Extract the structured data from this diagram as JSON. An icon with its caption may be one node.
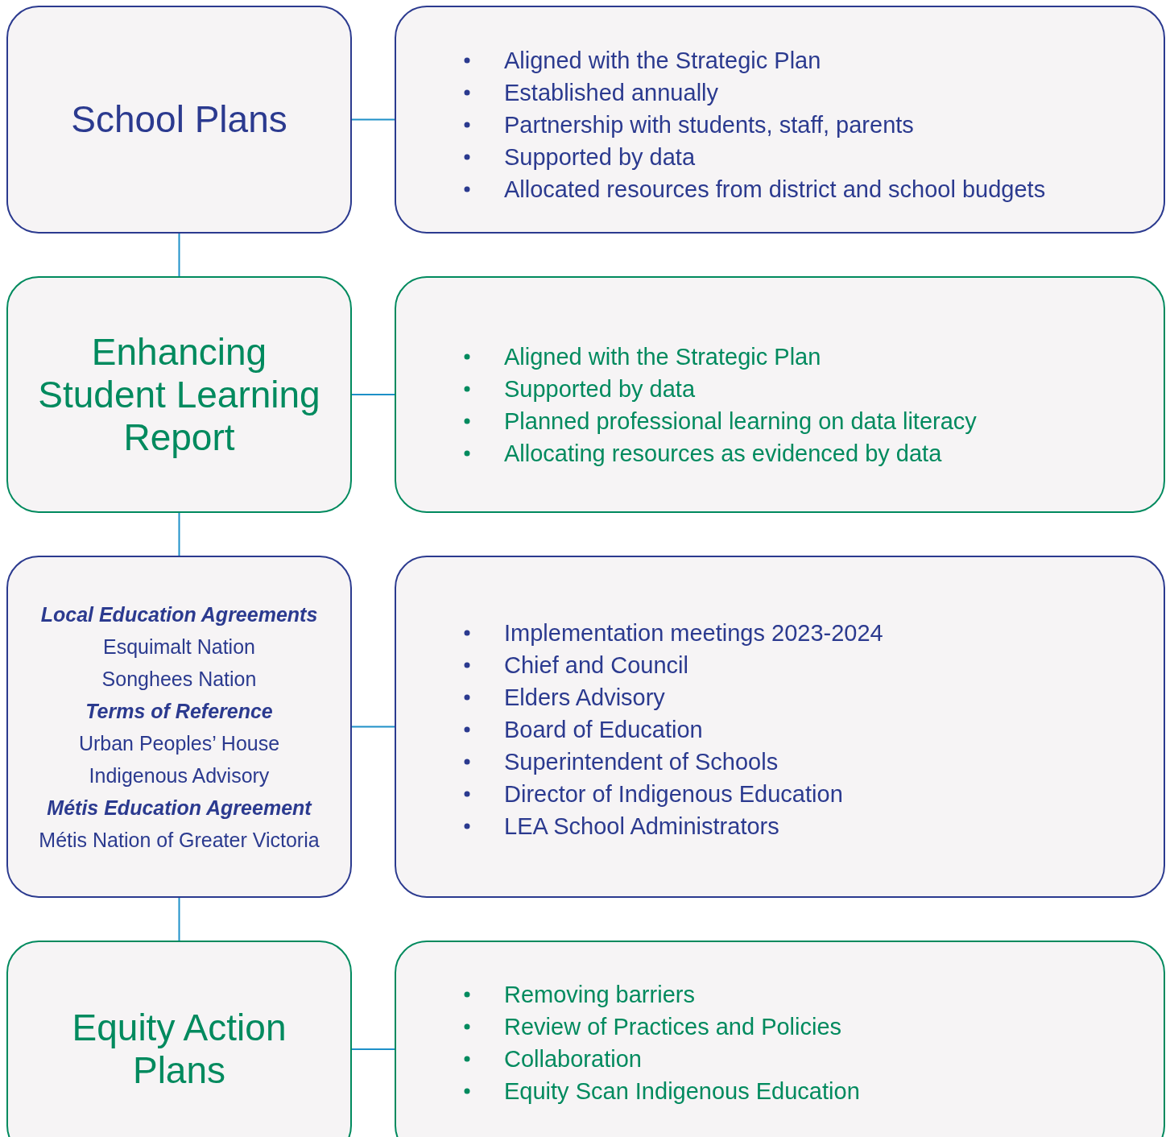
{
  "diagram": {
    "nodes": [
      {
        "text": [
          "School Plans"
        ]
      },
      {
        "text": [
          "Aligned with the Strategic Plan",
          "Established annually",
          "Partnership with students, staff, parents",
          "Supported by data",
          "Allocated resources from district and school budgets"
        ]
      },
      {
        "text": [
          "Enhancing Student Learning Report"
        ]
      },
      {
        "text": [
          "Aligned with the Strategic Plan",
          "Supported by data",
          "Planned professional learning on data literacy",
          "Allocating resources as evidenced by data"
        ]
      },
      {
        "text": [
          "*Local Education Agreements*",
          "Esquimalt Nation",
          "Songhees Nation",
          "*Terms of Reference*",
          "Urban Peoples’ House",
          "Indigenous Advisory",
          "*Métis Education Agreement*",
          "Métis Nation of Greater Victoria"
        ]
      },
      {
        "text": [
          "Implementation meetings 2023-2024",
          "Chief and Council",
          "Elders Advisory",
          "Board of Education",
          "Superintendent of Schools",
          "Director of Indigenous Education",
          "LEA School Administrators"
        ]
      },
      {
        "text": [
          "Equity Action Plans"
        ]
      },
      {
        "text": [
          "Removing barriers",
          "Review of Practices and Policies",
          "Collaboration",
          "Equity Scan Indigenous Education"
        ]
      }
    ],
    "edges": [
      {
        "from": 0,
        "to": 1,
        "arrow": "none"
      },
      {
        "from": 0,
        "to": 2,
        "arrow": "none"
      },
      {
        "from": 2,
        "to": 3,
        "arrow": "none"
      },
      {
        "from": 2,
        "to": 4,
        "arrow": "none"
      },
      {
        "from": 4,
        "to": 5,
        "arrow": "none"
      },
      {
        "from": 4,
        "to": 6,
        "arrow": "none"
      },
      {
        "from": 6,
        "to": 7,
        "arrow": "none"
      }
    ]
  }
}
